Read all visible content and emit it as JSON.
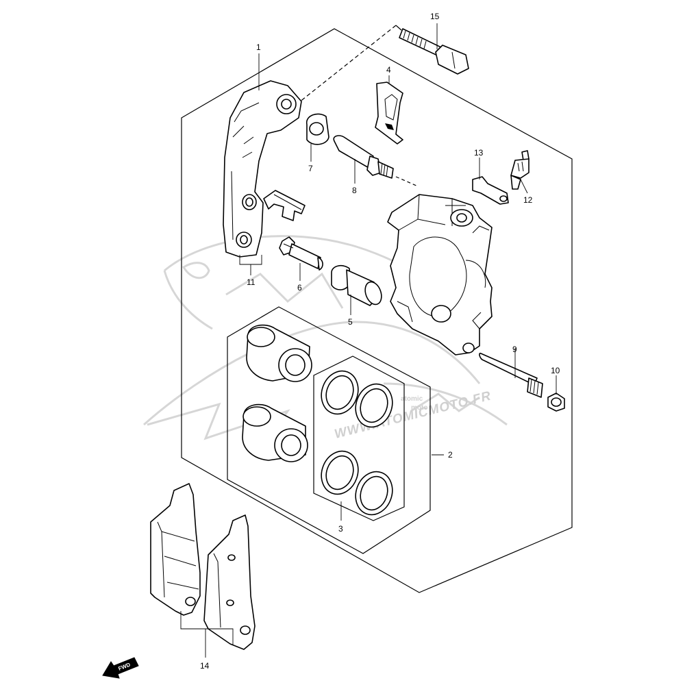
{
  "callouts": {
    "c1": "1",
    "c2": "2",
    "c3": "3",
    "c4": "4",
    "c5": "5",
    "c6": "6",
    "c7": "7",
    "c8": "8",
    "c9": "9",
    "c10": "10",
    "c11": "11",
    "c12": "12",
    "c13": "13",
    "c14": "14",
    "c15": "15"
  },
  "watermark": {
    "url": "WWW.ATOMICMOTO.FR",
    "brand": "atomic",
    "brand_sub": "moto"
  },
  "direction": {
    "label": "FWD"
  },
  "colors": {
    "line": "#000000",
    "watermark": "#d6d6d6",
    "background": "#ffffff"
  }
}
